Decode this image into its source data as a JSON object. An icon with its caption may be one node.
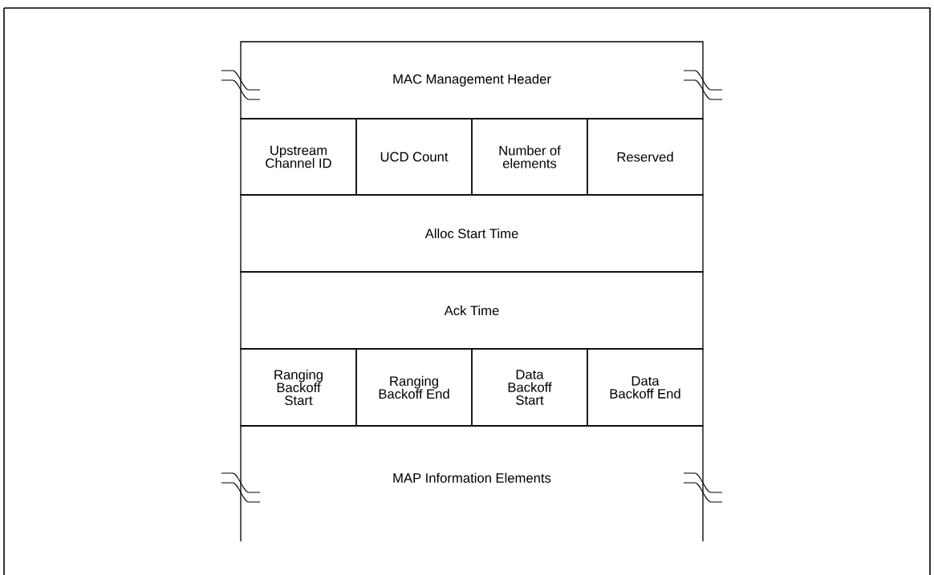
{
  "diagram": {
    "nodes": [
      {
        "text": [
          "MAC Management Header"
        ]
      },
      {
        "text": [
          "Upstream Channel ID"
        ]
      },
      {
        "text": [
          "UCD Count"
        ]
      },
      {
        "text": [
          "Number of elements"
        ]
      },
      {
        "text": [
          "Reserved"
        ]
      },
      {
        "text": [
          "Alloc Start Time"
        ]
      },
      {
        "text": [
          "Ack Time"
        ]
      },
      {
        "text": [
          "Ranging Backoff Start"
        ]
      },
      {
        "text": [
          "Ranging Backoff End"
        ]
      },
      {
        "text": [
          "Data Backoff Start"
        ]
      },
      {
        "text": [
          "Data Backoff End"
        ]
      },
      {
        "text": [
          "MAP Information Elements"
        ]
      }
    ]
  }
}
